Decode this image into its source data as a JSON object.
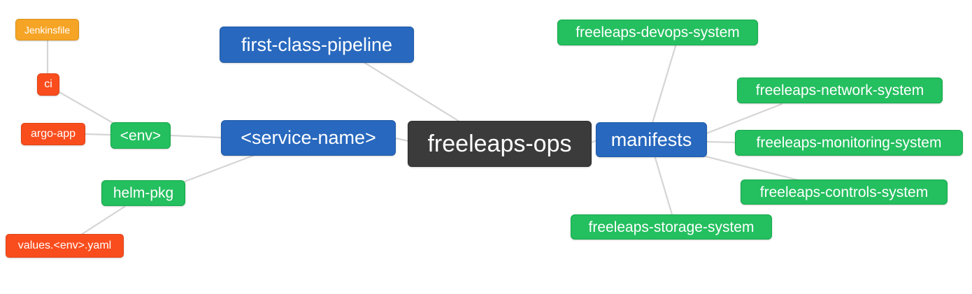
{
  "diagram": {
    "title": "freeleaps-ops mind map",
    "background_color": "#ffffff",
    "edge_color": "#d5d5d5",
    "palette": {
      "root_fill": "#3b3b3b",
      "branch_fill": "#2868be",
      "sub_branch_fill": "#24bf5f",
      "leaf_red_fill": "#fa4d1d",
      "leaf_orange_fill": "#f6a425",
      "text_color": "#ffffff"
    },
    "nodes": [
      {
        "id": "jenkinsfile",
        "label": "Jenkinsfile",
        "color": "orange"
      },
      {
        "id": "ci",
        "label": "ci",
        "color": "red"
      },
      {
        "id": "argo-app",
        "label": "argo-app",
        "color": "red"
      },
      {
        "id": "env",
        "label": "<env>",
        "color": "green"
      },
      {
        "id": "helm-pkg",
        "label": "helm-pkg",
        "color": "green"
      },
      {
        "id": "values-env-yaml",
        "label": "values.<env>.yaml",
        "color": "red"
      },
      {
        "id": "first-class-pipeline",
        "label": "first-class-pipeline",
        "color": "blue"
      },
      {
        "id": "service-name",
        "label": "<service-name>",
        "color": "blue"
      },
      {
        "id": "freeleaps-ops",
        "label": "freeleaps-ops",
        "color": "dark"
      },
      {
        "id": "manifests",
        "label": "manifests",
        "color": "blue"
      },
      {
        "id": "freeleaps-devops-system",
        "label": "freeleaps-devops-system",
        "color": "green"
      },
      {
        "id": "freeleaps-network-system",
        "label": "freeleaps-network-system",
        "color": "green"
      },
      {
        "id": "freeleaps-monitoring-system",
        "label": "freeleaps-monitoring-system",
        "color": "green"
      },
      {
        "id": "freeleaps-controls-system",
        "label": "freeleaps-controls-system",
        "color": "green"
      },
      {
        "id": "freeleaps-storage-system",
        "label": "freeleaps-storage-system",
        "color": "green"
      }
    ],
    "edges": [
      {
        "from": "jenkinsfile",
        "to": "ci"
      },
      {
        "from": "ci",
        "to": "env"
      },
      {
        "from": "argo-app",
        "to": "env"
      },
      {
        "from": "env",
        "to": "service-name"
      },
      {
        "from": "helm-pkg",
        "to": "service-name"
      },
      {
        "from": "values-env-yaml",
        "to": "helm-pkg"
      },
      {
        "from": "first-class-pipeline",
        "to": "freeleaps-ops"
      },
      {
        "from": "service-name",
        "to": "freeleaps-ops"
      },
      {
        "from": "freeleaps-ops",
        "to": "manifests"
      },
      {
        "from": "manifests",
        "to": "freeleaps-devops-system"
      },
      {
        "from": "manifests",
        "to": "freeleaps-network-system"
      },
      {
        "from": "manifests",
        "to": "freeleaps-monitoring-system"
      },
      {
        "from": "manifests",
        "to": "freeleaps-controls-system"
      },
      {
        "from": "manifests",
        "to": "freeleaps-storage-system"
      }
    ]
  }
}
